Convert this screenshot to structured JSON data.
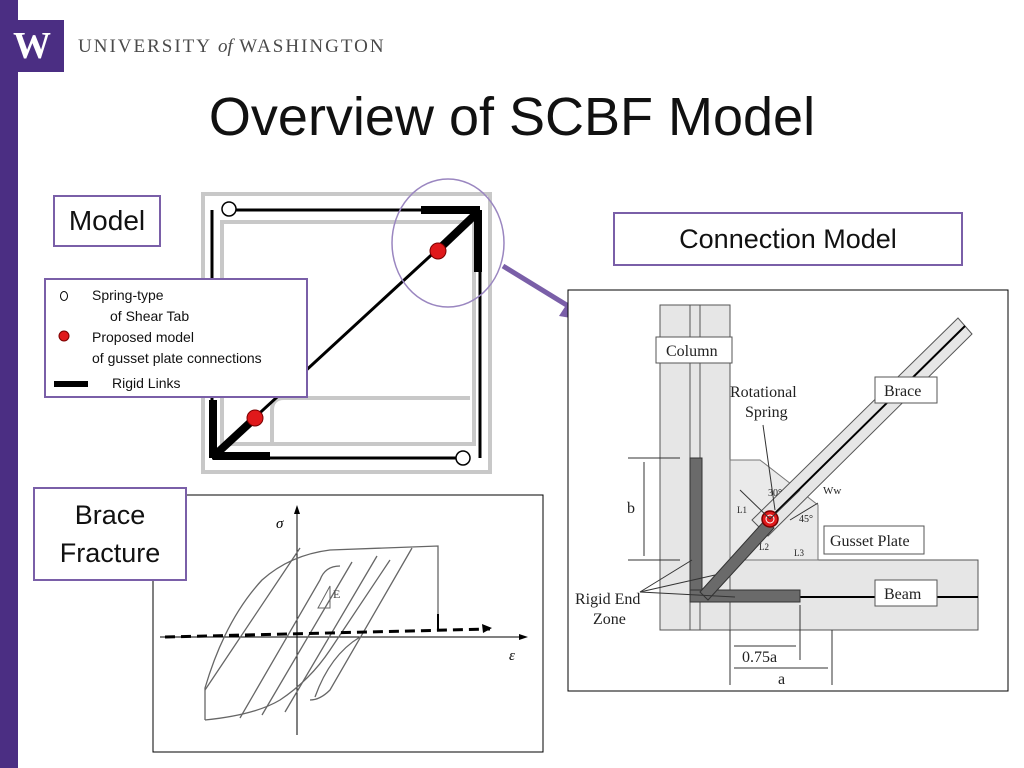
{
  "header": {
    "logo_letter": "W",
    "university_prefix": "UNIVERSITY",
    "university_of": "of",
    "university_suffix": "WASHINGTON"
  },
  "title": "Overview of SCBF Model",
  "labels": {
    "model": "Model",
    "connection_model": "Connection Model",
    "brace_fracture_line1": "Brace",
    "brace_fracture_line2": "Fracture"
  },
  "legend": {
    "spring_line1": "Spring-type",
    "spring_line2": "of Shear Tab",
    "proposed_line1": "Proposed model",
    "proposed_line2": "of gusset plate connections",
    "rigid": "Rigid Links"
  },
  "hysteresis": {
    "y_axis": "σ",
    "x_axis": "ε",
    "modulus": "E"
  },
  "connection": {
    "column": "Column",
    "brace": "Brace",
    "beam": "Beam",
    "gusset_plate": "Gusset Plate",
    "rotational_spring_line1": "Rotational",
    "rotational_spring_line2": "Spring",
    "rigid_end_line1": "Rigid End",
    "rigid_end_line2": "Zone",
    "dim_b": "b",
    "dim_075a": "0.75a",
    "dim_a": "a",
    "angle_30": "30°",
    "angle_45": "45°",
    "ww": "Ww",
    "l1": "L1",
    "l2": "L2",
    "l3": "L3"
  },
  "colors": {
    "purple": "#4b2e83",
    "border_purple": "#7a5fa8",
    "red_node": "#e0191b"
  }
}
